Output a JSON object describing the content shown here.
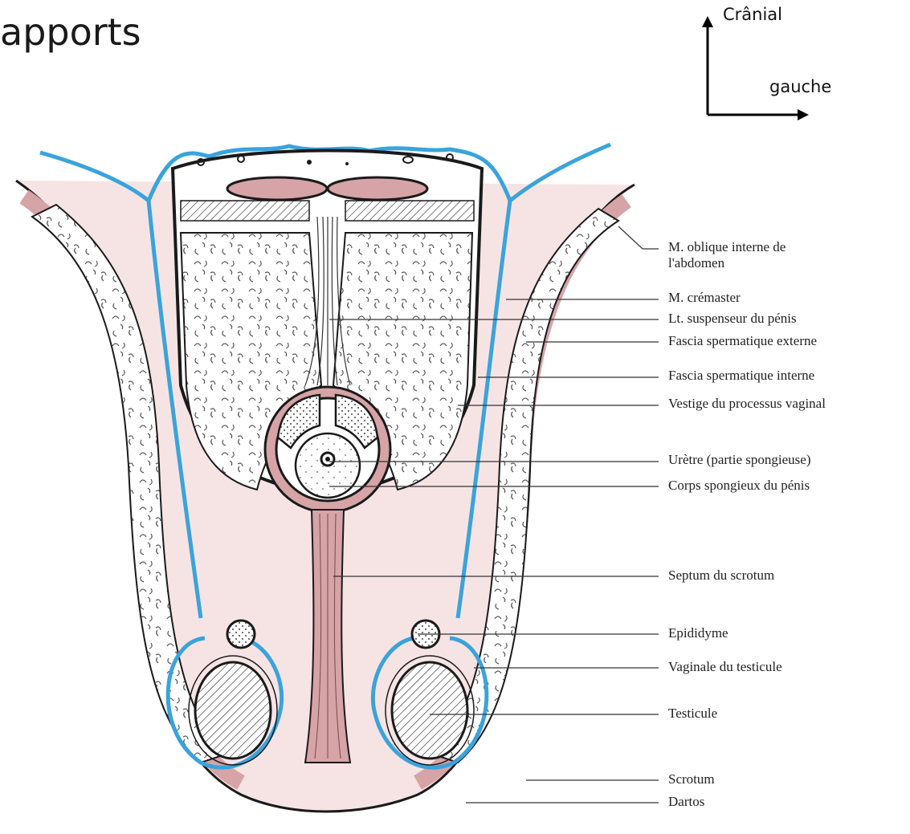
{
  "slide": {
    "title_partial": "apports"
  },
  "orientation": {
    "up_label": "Crânial",
    "right_label": "gauche",
    "arrow_icon": "orientation-axes-icon"
  },
  "colors": {
    "serous_blue": "#3aa3dc",
    "muscle_pink": "#d6a3a6",
    "line": "#1a1a1a"
  },
  "labels": [
    {
      "id": "oblique",
      "text": "M. oblique interne de\nl'abdomen"
    },
    {
      "id": "cremaster",
      "text": "M. crémaster"
    },
    {
      "id": "suspenseur",
      "text": "Lt. suspenseur du pénis"
    },
    {
      "id": "fascia-ext",
      "text": "Fascia spermatique externe"
    },
    {
      "id": "fascia-int",
      "text": "Fascia spermatique interne"
    },
    {
      "id": "vestige",
      "text": "Vestige du processus vaginal"
    },
    {
      "id": "uretre",
      "text": "Urètre (partie spongieuse)"
    },
    {
      "id": "corps-spongieux",
      "text": "Corps spongieux du pénis"
    },
    {
      "id": "septum",
      "text": "Septum du scrotum"
    },
    {
      "id": "epididyme",
      "text": "Epididyme"
    },
    {
      "id": "vaginale",
      "text": "Vaginale du testicule"
    },
    {
      "id": "testicule",
      "text": "Testicule"
    },
    {
      "id": "scrotum",
      "text": "Scrotum"
    },
    {
      "id": "dartos",
      "text": "Dartos"
    }
  ]
}
